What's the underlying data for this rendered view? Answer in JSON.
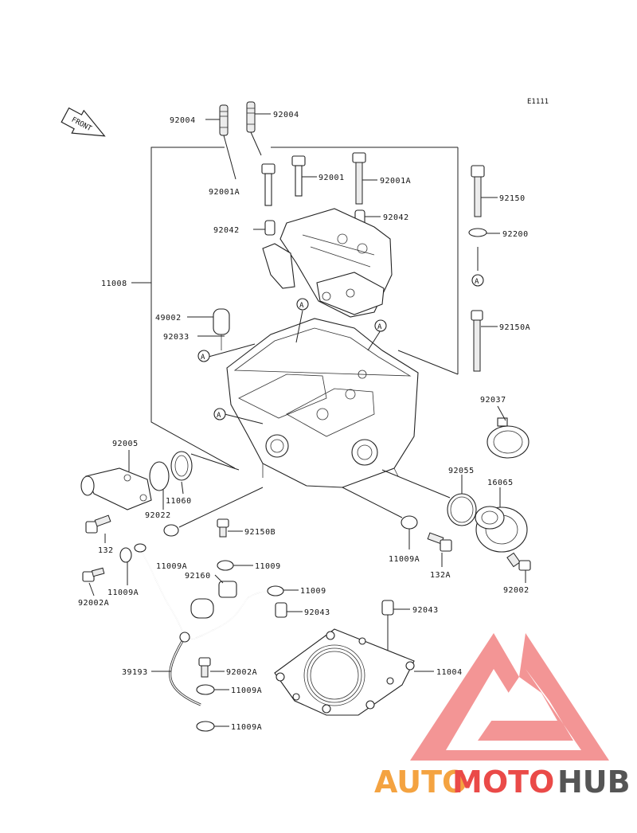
{
  "diagram_code": "E1111",
  "front_label": "FRONT",
  "ref_mark": "A",
  "labels": {
    "l92004a": "92004",
    "l92004b": "92004",
    "l92001a_left": "92001A",
    "l92001": "92001",
    "l92001a_right": "92001A",
    "l92042_right": "92042",
    "l92042_left": "92042",
    "l92150": "92150",
    "l92200": "92200",
    "l11008": "11008",
    "l49002": "49002",
    "l92033": "92033",
    "l92150a": "92150A",
    "l92037": "92037",
    "l92005": "92005",
    "l11060": "11060",
    "l92022": "92022",
    "l92055": "92055",
    "l16065": "16065",
    "l92150b": "92150B",
    "l132": "132",
    "l11009a_1": "11009A",
    "l11009_1": "11009",
    "l92160": "92160",
    "l11009a_2": "11009A",
    "l132a": "132A",
    "l92002": "92002",
    "l11009a_3": "11009A",
    "l92002a_1": "92002A",
    "l11009_2": "11009",
    "l92043_1": "92043",
    "l92043_2": "92043",
    "l11004": "11004",
    "l39193": "39193",
    "l92002a_2": "92002A",
    "l11009a_4": "11009A",
    "l11009a_5": "11009A"
  },
  "watermark": {
    "part1": "AUTO",
    "part2": "MOTO",
    "part3": "HUB",
    "color1": "#f4a341",
    "color2": "#ea4a48",
    "color3": "#555555",
    "logo_color": "#ec5a5a"
  }
}
